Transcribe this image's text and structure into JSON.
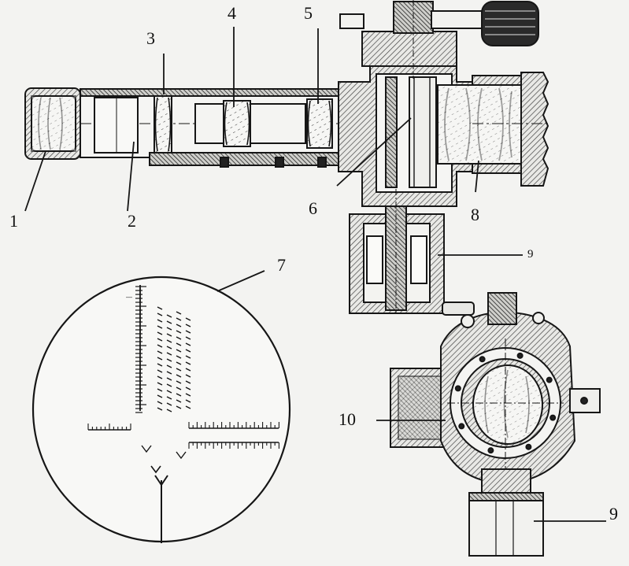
{
  "diagram": {
    "callouts": [
      "1",
      "2",
      "3",
      "4",
      "5",
      "6",
      "7",
      "8",
      "9",
      "9",
      "10"
    ],
    "ink": "#161616",
    "paper": "#f3f3f1",
    "hatch": "#555555"
  }
}
